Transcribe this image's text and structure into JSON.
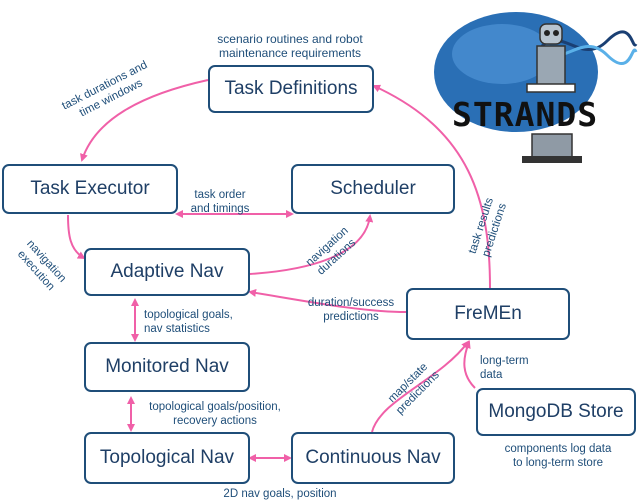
{
  "logo": {
    "text": "STRANDS"
  },
  "nodes": {
    "task_definitions": "Task Definitions",
    "task_executor": "Task Executor",
    "scheduler": "Scheduler",
    "adaptive_nav": "Adaptive Nav",
    "monitored_nav": "Monitored Nav",
    "topological_nav": "Topological Nav",
    "continuous_nav": "Continuous Nav",
    "fremen": "FreMEn",
    "mongodb_store": "MongoDB Store"
  },
  "labels": {
    "scenario_line1": "scenario routines and robot",
    "scenario_line2": "maintenance requirements",
    "durations_line1": "task durations and",
    "durations_line2": "time windows",
    "order_line1": "task order",
    "order_line2": "and timings",
    "navexec_line1": "navigation",
    "navexec_line2": "execution",
    "navdur_line1": "navigation",
    "navdur_line2": "durations",
    "results_line1": "task results",
    "results_line2": "predictions",
    "success_line1": "duration/success",
    "success_line2": "predictions",
    "topo_goals_line1": "topological goals,",
    "topo_goals_line2": "nav statistics",
    "topo_pos_line1": "topological goals/position,",
    "topo_pos_line2": "recovery actions",
    "mapstate_line1": "map/state",
    "mapstate_line2": "predictions",
    "longterm_line1": "long-term",
    "longterm_line2": "data",
    "components_line1": "components log data",
    "components_line2": "to long-term store",
    "nav2d": "2D nav goals, position"
  },
  "colors": {
    "arrow": "#f060a8",
    "box_border": "#1f4e79",
    "text": "#1f4e79"
  }
}
